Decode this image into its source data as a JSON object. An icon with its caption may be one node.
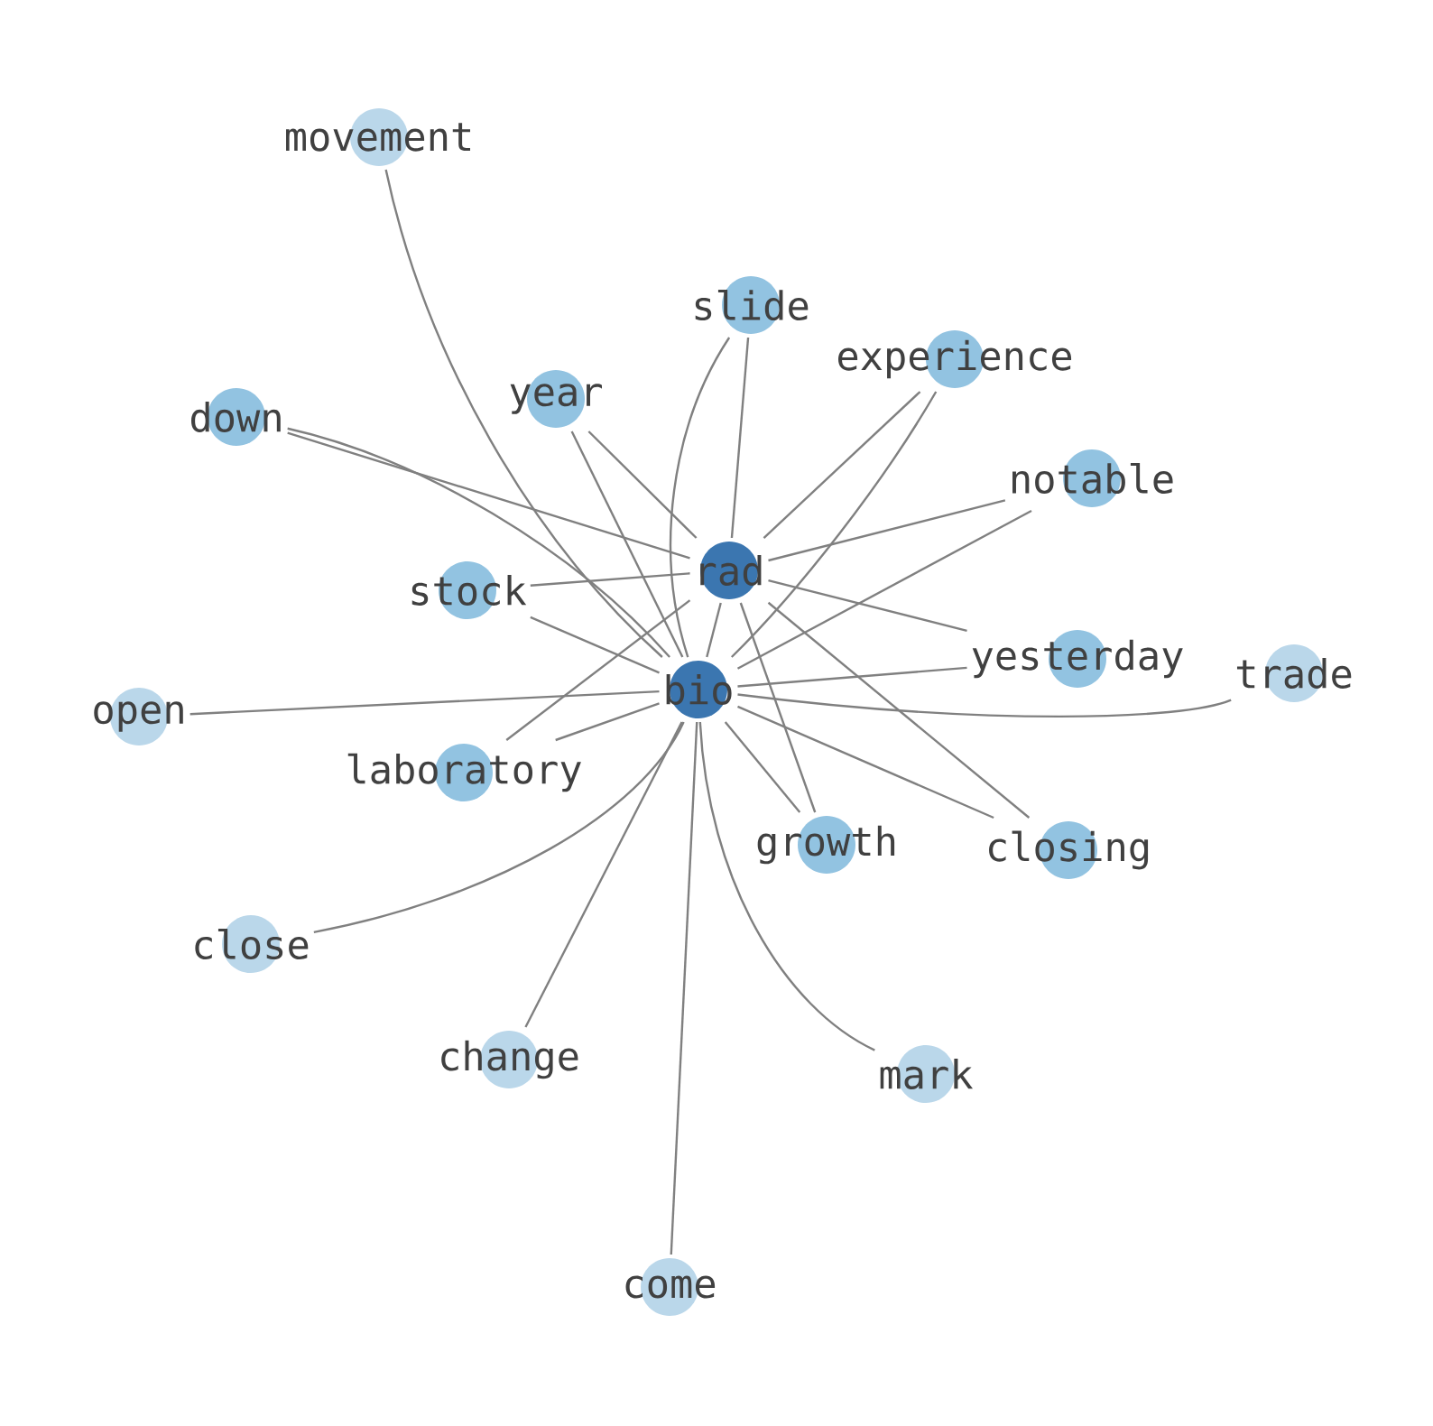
{
  "diagram": {
    "nodes": [
      {
        "text": [
          "movement"
        ]
      },
      {
        "text": [
          "slide"
        ]
      },
      {
        "text": [
          "experience"
        ]
      },
      {
        "text": [
          "year"
        ]
      },
      {
        "text": [
          "down"
        ]
      },
      {
        "text": [
          "notable"
        ]
      },
      {
        "text": [
          "rad"
        ]
      },
      {
        "text": [
          "stock"
        ]
      },
      {
        "text": [
          "yesterday"
        ]
      },
      {
        "text": [
          "trade"
        ]
      },
      {
        "text": [
          "bio"
        ]
      },
      {
        "text": [
          "open"
        ]
      },
      {
        "text": [
          "laboratory"
        ]
      },
      {
        "text": [
          "growth"
        ]
      },
      {
        "text": [
          "closing"
        ]
      },
      {
        "text": [
          "close"
        ]
      },
      {
        "text": [
          "change"
        ]
      },
      {
        "text": [
          "mark"
        ]
      },
      {
        "text": [
          "come"
        ]
      }
    ],
    "edges": [
      {
        "from": 10,
        "to": 0,
        "arrow": "none"
      },
      {
        "from": 10,
        "to": 1,
        "arrow": "none"
      },
      {
        "from": 10,
        "to": 2,
        "arrow": "none"
      },
      {
        "from": 10,
        "to": 3,
        "arrow": "none"
      },
      {
        "from": 10,
        "to": 4,
        "arrow": "none"
      },
      {
        "from": 10,
        "to": 5,
        "arrow": "none"
      },
      {
        "from": 10,
        "to": 6,
        "arrow": "none"
      },
      {
        "from": 10,
        "to": 7,
        "arrow": "none"
      },
      {
        "from": 10,
        "to": 8,
        "arrow": "none"
      },
      {
        "from": 10,
        "to": 9,
        "arrow": "none"
      },
      {
        "from": 10,
        "to": 11,
        "arrow": "none"
      },
      {
        "from": 10,
        "to": 12,
        "arrow": "none"
      },
      {
        "from": 10,
        "to": 13,
        "arrow": "none"
      },
      {
        "from": 10,
        "to": 14,
        "arrow": "none"
      },
      {
        "from": 10,
        "to": 15,
        "arrow": "none"
      },
      {
        "from": 10,
        "to": 16,
        "arrow": "none"
      },
      {
        "from": 10,
        "to": 17,
        "arrow": "none"
      },
      {
        "from": 10,
        "to": 18,
        "arrow": "none"
      },
      {
        "from": 6,
        "to": 1,
        "arrow": "none"
      },
      {
        "from": 6,
        "to": 2,
        "arrow": "none"
      },
      {
        "from": 6,
        "to": 3,
        "arrow": "none"
      },
      {
        "from": 6,
        "to": 4,
        "arrow": "none"
      },
      {
        "from": 6,
        "to": 5,
        "arrow": "none"
      },
      {
        "from": 6,
        "to": 7,
        "arrow": "none"
      },
      {
        "from": 6,
        "to": 8,
        "arrow": "none"
      },
      {
        "from": 6,
        "to": 12,
        "arrow": "none"
      },
      {
        "from": 6,
        "to": 13,
        "arrow": "none"
      },
      {
        "from": 6,
        "to": 14,
        "arrow": "none"
      }
    ]
  }
}
